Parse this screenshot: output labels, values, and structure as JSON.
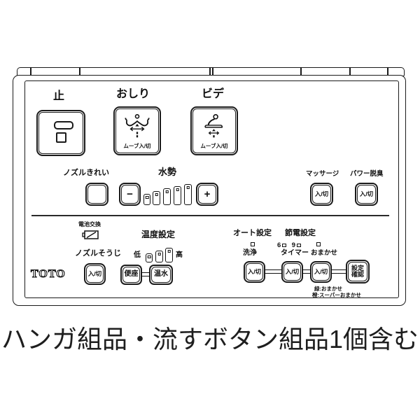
{
  "caption": "ハンガ組品・流すボタン組品1個含む",
  "brand_logo": "TOTO",
  "onoff_label": "入/切",
  "top": {
    "stop_label": "止",
    "oshiri_label": "おしり",
    "bidet_label": "ビデ",
    "move_onoff_label": "ムーブ入/切"
  },
  "mid": {
    "nozzle_clean_label": "ノズルきれい",
    "water_pressure_label": "水勢",
    "minus": "−",
    "plus": "+",
    "water_level_bars": 5,
    "massage_label": "マッサージ",
    "power_deodorizer_label": "パワー脱臭"
  },
  "bottom_left": {
    "battery_replace_label": "電池交換",
    "temperature_setting_label": "温度設定",
    "nozzle_souji_label": "ノズルそうじ",
    "low_label": "低",
    "high_label": "高",
    "temp_level_bars": 3,
    "seat_button_label": "便座",
    "warm_water_button_label": "温水"
  },
  "bottom_right": {
    "auto_setting_label": "オート設定",
    "eco_setting_label": "節電設定",
    "hour6": "6",
    "hour9": "9",
    "wash_label": "洗浄",
    "timer_label": "タイマー",
    "omakase_label": "おまかせ",
    "confirm_line1": "設定",
    "confirm_line2": "確認",
    "note_green": "緑:おまかせ",
    "note_orange": "橙:スーパーおまかせ"
  }
}
